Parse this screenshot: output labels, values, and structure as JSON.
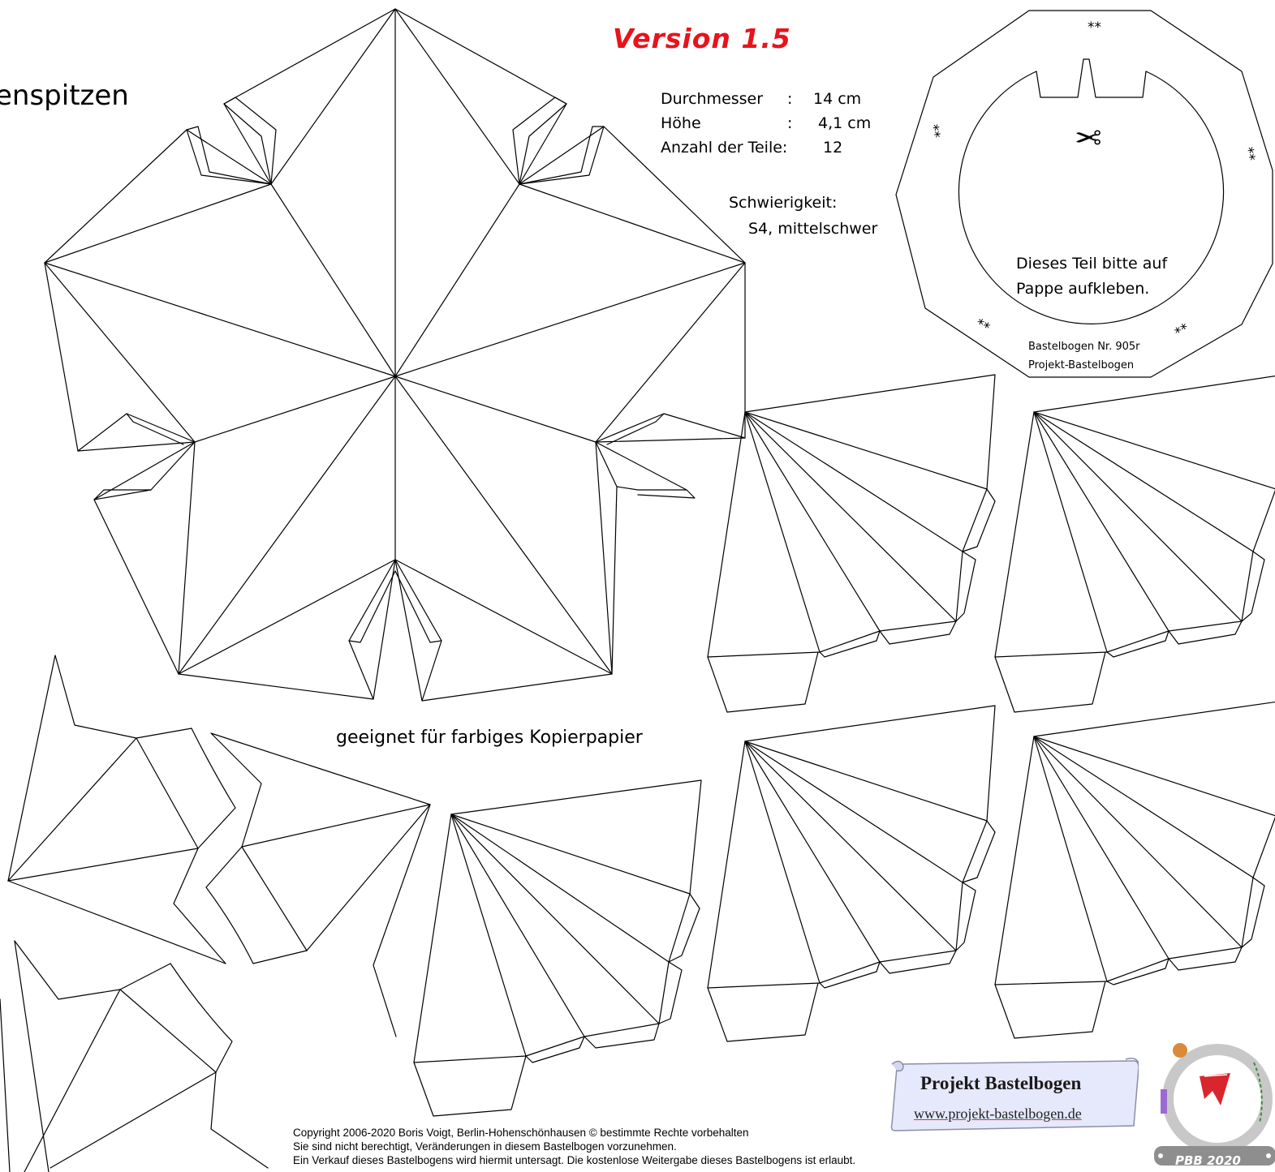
{
  "header": {
    "version": "Version 1.5",
    "title_fragment": "enspitzen"
  },
  "specs": {
    "diameter_label": "Durchmesser",
    "diameter_sep": ":",
    "diameter_value": "14 cm",
    "height_label": "Höhe",
    "height_sep": ":",
    "height_value": "4,1 cm",
    "parts_label": "Anzahl der Teile:",
    "parts_value": "12"
  },
  "difficulty": {
    "label": "Schwierigkeit:",
    "value": "S4, mittelschwer"
  },
  "base_part": {
    "note_line1": "Dieses Teil bitte auf",
    "note_line2": "Pappe aufkleben.",
    "sheet_number": "Bastelbogen Nr. 905r",
    "sheet_source": "Projekt-Bastelbogen",
    "marker": "**",
    "scissors_icon": "✂"
  },
  "paper_hint": "geeignet für farbiges Kopierpapier",
  "copyright": {
    "line1": "Copyright  2006-2020 Boris Voigt, Berlin-Hohenschönhausen     © bestimmte Rechte vorbehalten",
    "line2": "Sie sind nicht berechtigt, Veränderungen in diesem Bastelbogen vorzunehmen.",
    "line3": "Ein Verkauf dieses Bastelbogens wird hiermit untersagt. Die kostenlose Weitergabe dieses Bastelbogens ist erlaubt."
  },
  "logo": {
    "name": "Projekt Bastelbogen",
    "url": "www.projekt-bastelbogen.de",
    "seal_text": "PBB 2020"
  },
  "colors": {
    "version": "#e8131b",
    "line": "#000000",
    "banner_fill": "#e6e8fb",
    "seal_ring": "#a8a8a8"
  }
}
